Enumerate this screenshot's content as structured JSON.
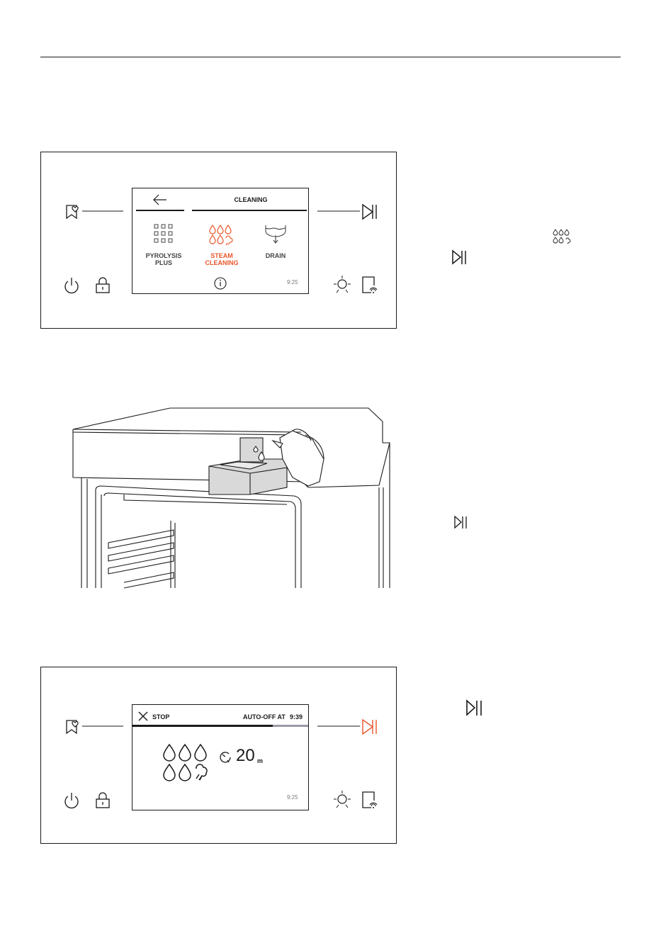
{
  "panel1": {
    "screen_title": "CLEANING",
    "options": [
      {
        "label": "PYROLYSIS\nPLUS",
        "icon": "grid-icon",
        "selected": false
      },
      {
        "label": "STEAM\nCLEANING",
        "icon": "steam-cleaning-icon",
        "selected": true
      },
      {
        "label": "DRAIN",
        "icon": "drain-icon",
        "selected": false
      }
    ],
    "time": "9:25"
  },
  "panel2": {
    "stop_label": "STOP",
    "auto_off_label": "AUTO-OFF AT",
    "auto_off_time": "9:39",
    "duration_value": "20",
    "duration_unit": "m",
    "time": "9:25",
    "progress_fraction": 0.8
  },
  "colors": {
    "accent": "#e8562a",
    "line": "#1a1a1a"
  }
}
